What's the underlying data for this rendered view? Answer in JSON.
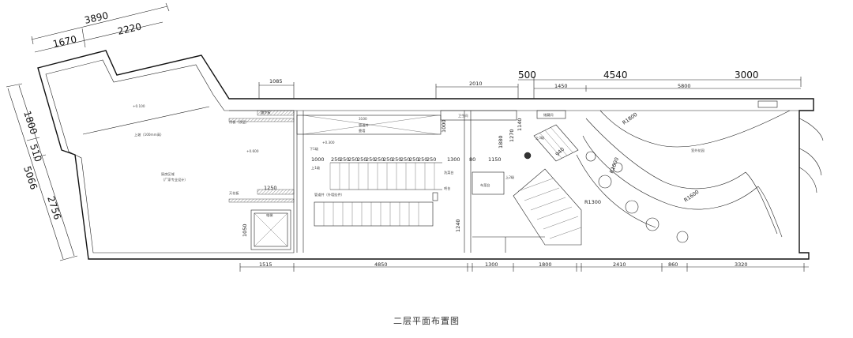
{
  "title": "二层平面布置图",
  "dims_left_top": {
    "d1": "3890",
    "d2": "1670",
    "d3": "2220"
  },
  "dims_left_side": {
    "d1": "1800",
    "d2": "510",
    "d3": "5066",
    "d4": "2756"
  },
  "dims_top": {
    "d1": "1085",
    "d2": "2010",
    "d3": "500",
    "d4": "4540",
    "d5": "3000",
    "d6": "1450",
    "d7": "5800"
  },
  "dims_bottom": {
    "d1": "1515",
    "d2": "4850",
    "d3": "1300",
    "d4": "1800",
    "d5": "2410",
    "d6": "860",
    "d7": "3320"
  },
  "dims_inner": {
    "stair_steps": [
      "250",
      "250",
      "250",
      "250",
      "250",
      "250",
      "250",
      "250",
      "250",
      "250",
      "250",
      "250"
    ],
    "d1300": "1300",
    "d80": "80",
    "d1150": "1150",
    "d1000": "1000",
    "d1880": "1880",
    "d1140": "1140",
    "d1270": "1270",
    "d1250": "1250",
    "d1050": "1050",
    "d1240": "1240",
    "d940": "940",
    "r1800": "R1800",
    "r1000": "R1000",
    "r1600": "R1600",
    "r1300": "R1300",
    "d3100": "3100"
  },
  "labels": {
    "level_a": "+0.100",
    "level_b": "+0.600",
    "level_c": "+0.300",
    "slope": "上坡（100mm高）",
    "room_main": "厨房区域",
    "room_main_sub": "（厂家专业设计）",
    "ledge1": "吊板（双层）",
    "ledge2": "天花板",
    "wood_floor": "踏步板",
    "pipe_top": "管道井",
    "stair_up": "上1级",
    "stair_dn": "下1级",
    "sink": "洗菜台",
    "elevator": "电梯",
    "garden": "室外花园",
    "bench": "靠墙",
    "mirror": "卫生间",
    "duct": "管道井（外墙挂件）",
    "counter": "吧台",
    "up_stairs": "上3级",
    "up2": "上2级",
    "dn_room": "布菜台",
    "roof_room": "储藏间"
  }
}
